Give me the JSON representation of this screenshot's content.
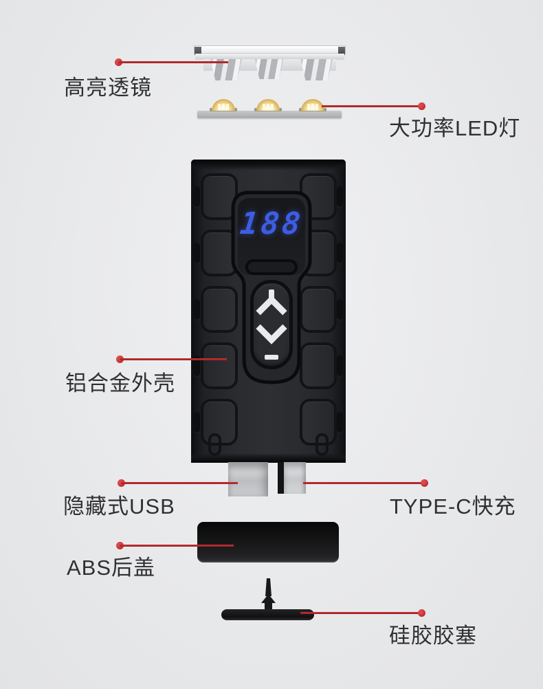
{
  "page": {
    "background": "#e8e9eb"
  },
  "colors": {
    "accent_red": "#c02a2e",
    "digit_blue": "#3d5de4",
    "label_text": "#303030",
    "body_black": "#222327",
    "metal_silver": "#c9cacd"
  },
  "device": {
    "display_value": "188"
  },
  "callouts": {
    "lens": {
      "label": "高亮透镜"
    },
    "led": {
      "label": "大功率LED灯"
    },
    "shell": {
      "label": "铝合金外壳"
    },
    "usb": {
      "label": "隐藏式USB"
    },
    "typec": {
      "label": "TYPE-C快充"
    },
    "abs": {
      "label": "ABS后盖"
    },
    "plug": {
      "label": "硅胶胶塞"
    }
  }
}
